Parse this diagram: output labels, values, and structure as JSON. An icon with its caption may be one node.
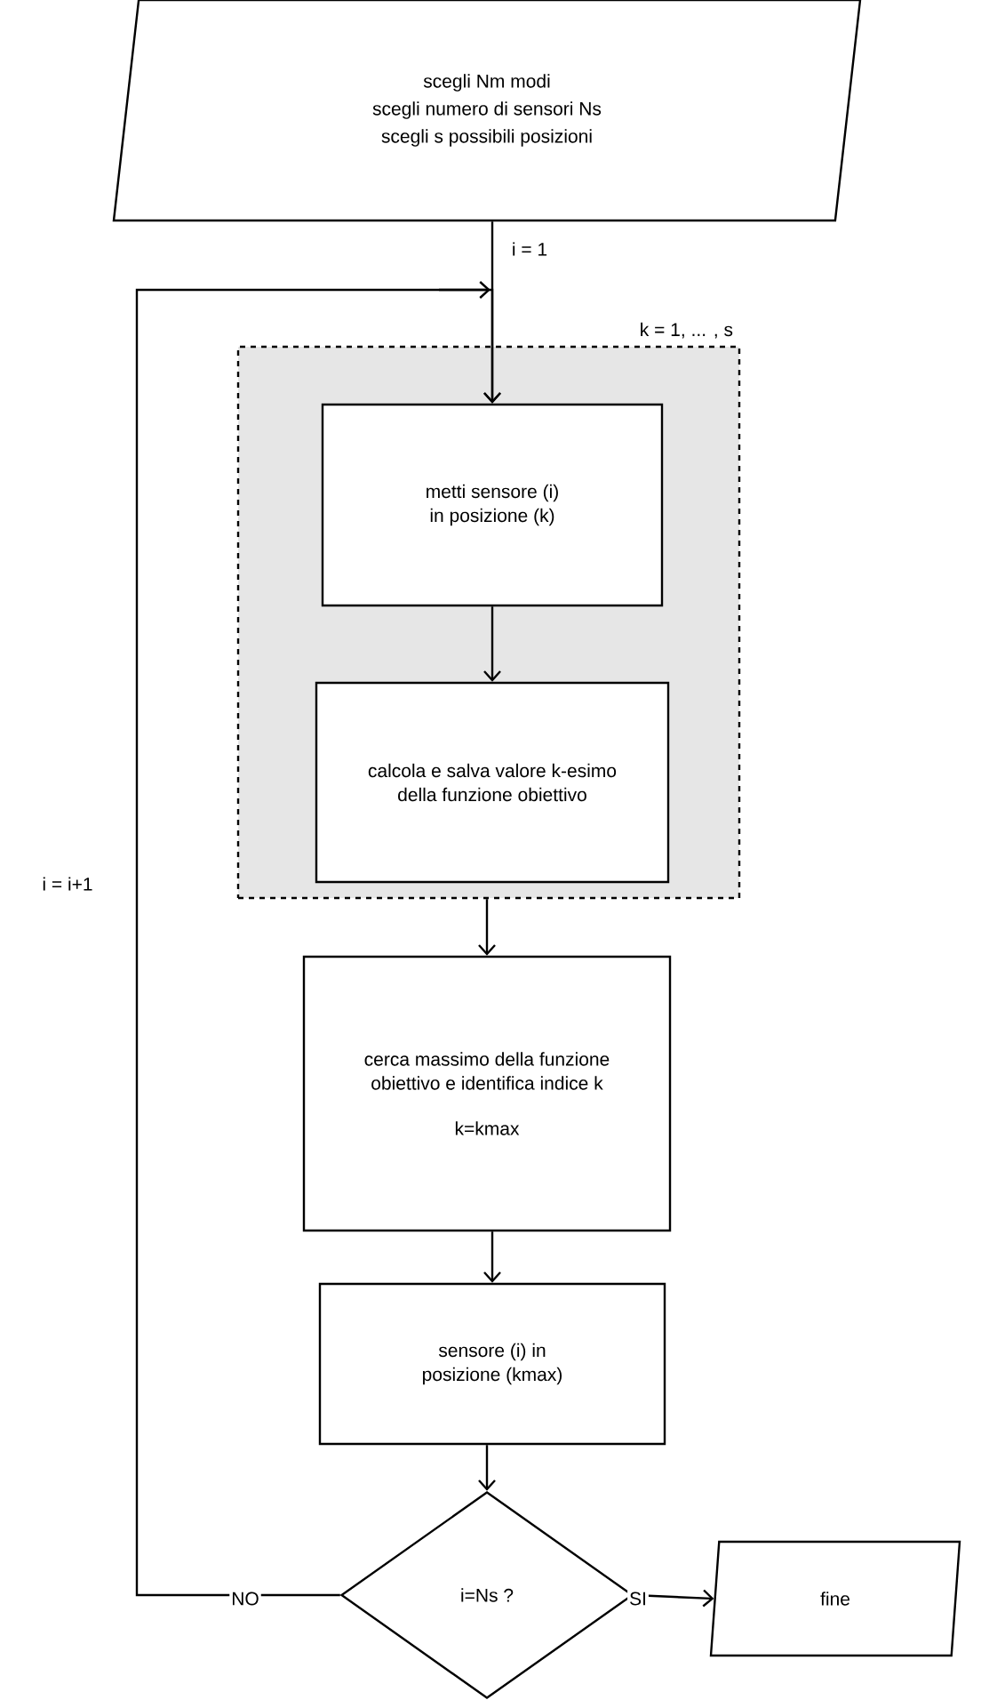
{
  "diagram": {
    "nodes": [
      {
        "text": [
          "scegli Nm modi",
          "scegli numero di sensori Ns",
          "scegli s possibili posizioni"
        ]
      },
      {
        "text": [
          "k = 1, ... , s"
        ]
      },
      {
        "text": [
          "metti sensore (i) in posizione (k)"
        ],
        "in": 1
      },
      {
        "text": [
          "calcola e salva valore k-esimo della funzione obiettivo"
        ],
        "in": 1
      },
      {
        "text": [
          "cerca massimo della funzione obiettivo e identifica indice k",
          "k=kmax"
        ]
      },
      {
        "text": [
          "sensore (i) in posizione (kmax)"
        ]
      },
      {
        "text": [
          "i=Ns ?"
        ]
      },
      {
        "text": [
          "fine"
        ]
      }
    ],
    "edges": [
      {
        "from": 0,
        "to": 2,
        "arrow": "to",
        "label": "i = 1"
      },
      {
        "from": 2,
        "to": 3,
        "arrow": "to"
      },
      {
        "from": 1,
        "to": 4,
        "arrow": "to"
      },
      {
        "from": 4,
        "to": 5,
        "arrow": "to"
      },
      {
        "from": 5,
        "to": 6,
        "arrow": "to"
      },
      {
        "from": 6,
        "to": 7,
        "arrow": "to",
        "label": "SI"
      },
      {
        "from": 6,
        "to": 2,
        "arrow": "to",
        "label": "NO"
      }
    ],
    "labels": [
      "i = i+1"
    ]
  }
}
